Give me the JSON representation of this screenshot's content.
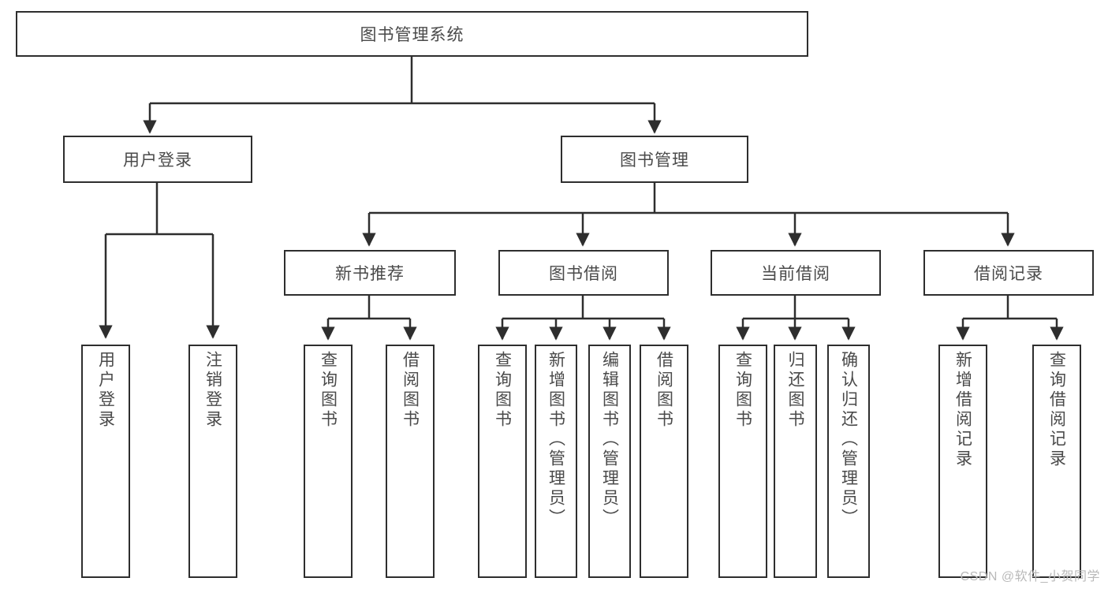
{
  "diagram": {
    "title_node": {
      "id": "root",
      "label": "图书管理系统"
    },
    "level1": [
      {
        "id": "login",
        "label": "用户登录"
      },
      {
        "id": "bookmgmt",
        "label": "图书管理"
      }
    ],
    "level2": [
      {
        "id": "newbook",
        "label": "新书推荐",
        "parent": "bookmgmt"
      },
      {
        "id": "borrow",
        "label": "图书借阅",
        "parent": "bookmgmt"
      },
      {
        "id": "current",
        "label": "当前借阅",
        "parent": "bookmgmt"
      },
      {
        "id": "records",
        "label": "借阅记录",
        "parent": "bookmgmt"
      }
    ],
    "leaves": [
      {
        "id": "leaf-user-login",
        "label": "用户登录",
        "parent": "login"
      },
      {
        "id": "leaf-user-logout",
        "label": "注销登录",
        "parent": "login"
      },
      {
        "id": "leaf-nb-query",
        "label": "查询图书",
        "parent": "newbook"
      },
      {
        "id": "leaf-nb-borrow",
        "label": "借阅图书",
        "parent": "newbook"
      },
      {
        "id": "leaf-bo-query",
        "label": "查询图书",
        "parent": "borrow"
      },
      {
        "id": "leaf-bo-add",
        "label": "新增图书（管理员）",
        "parent": "borrow"
      },
      {
        "id": "leaf-bo-edit",
        "label": "编辑图书（管理员）",
        "parent": "borrow"
      },
      {
        "id": "leaf-bo-borrow",
        "label": "借阅图书",
        "parent": "borrow"
      },
      {
        "id": "leaf-cu-query",
        "label": "查询图书",
        "parent": "current"
      },
      {
        "id": "leaf-cu-return",
        "label": "归还图书",
        "parent": "current"
      },
      {
        "id": "leaf-cu-confirm",
        "label": "确认归还（管理员）",
        "parent": "current"
      },
      {
        "id": "leaf-re-add",
        "label": "新增借阅记录",
        "parent": "records"
      },
      {
        "id": "leaf-re-query",
        "label": "查询借阅记录",
        "parent": "records"
      }
    ]
  },
  "watermark": {
    "text": "CSDN @软件_小贺同学"
  },
  "colors": {
    "stroke": "#2e2e2e",
    "text": "#4a4a4a",
    "background": "#ffffff",
    "watermark": "#b9b9b9"
  }
}
